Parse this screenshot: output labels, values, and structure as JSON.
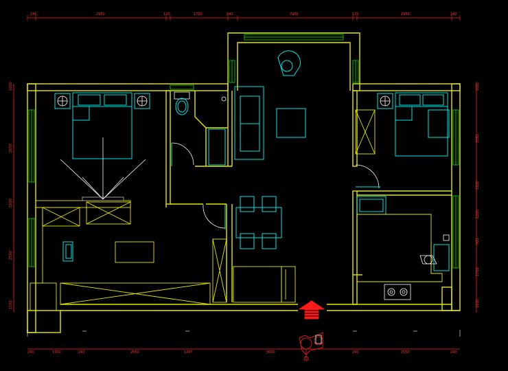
{
  "dims_top": [
    "240",
    "2950",
    "120",
    "1750",
    "240",
    "2900",
    "120",
    "2550",
    "240"
  ],
  "dims_bottom": [
    "240",
    "1300",
    "240",
    "2650",
    "1497",
    "3000",
    "240",
    "2550",
    "240"
  ],
  "dims_left": [
    "1000",
    "2550",
    "1500",
    "2550",
    "1550"
  ],
  "dims_right": [
    "1000",
    "2550",
    "1500",
    "1200",
    "900",
    "1700",
    "1000"
  ],
  "colors": {
    "wall": "#e8e800",
    "furniture": "#00e5e5",
    "window": "#00c000",
    "dimension": "#ff3030",
    "entrance_arrow": "#ff1a1a"
  },
  "icons": {
    "entrance": "red-arrow-up",
    "north": "north-compass-symbol"
  }
}
